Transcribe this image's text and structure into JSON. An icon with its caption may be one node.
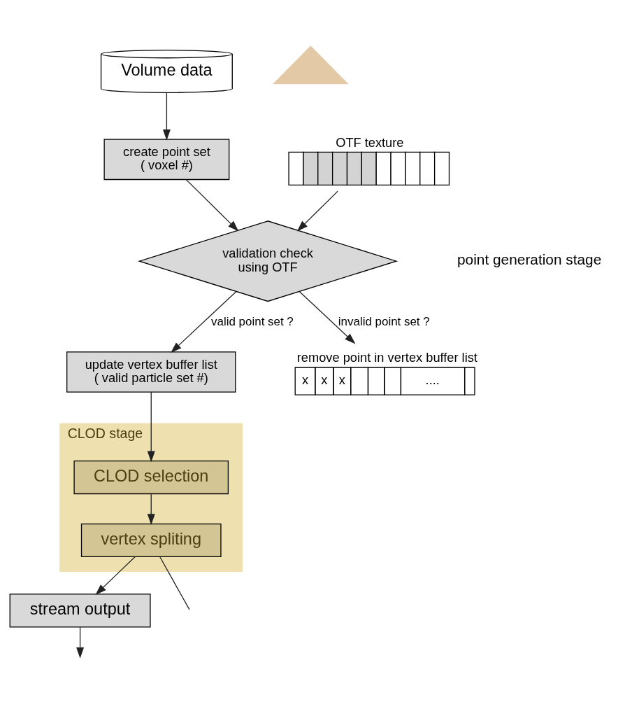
{
  "diagram": {
    "nodes": [
      {
        "text": [
          "Volume data"
        ]
      },
      {
        "text": [
          "OTF texture"
        ]
      },
      {
        "text": [
          "create point set",
          "( voxel #)"
        ]
      },
      {
        "text": [
          "validation check",
          "using OTF"
        ]
      },
      {
        "text": [
          "update vertex buffer list",
          "( valid particle set #)"
        ]
      },
      {
        "text": [
          "remove point in vertex buffer list",
          "x",
          "x",
          "x",
          "...."
        ]
      },
      {
        "text": [
          "CLOD stage"
        ]
      },
      {
        "text": [
          "CLOD selection"
        ],
        "in": 6
      },
      {
        "text": [
          "vertex spliting"
        ],
        "in": 6
      },
      {
        "text": [
          "stream output"
        ]
      },
      {
        "text": [],
        "shape": "callout"
      }
    ],
    "edges": [
      {
        "from": 0,
        "to": 2,
        "arrow": "to"
      },
      {
        "from": 1,
        "to": 3,
        "arrow": "to"
      },
      {
        "from": 2,
        "to": 3,
        "arrow": "to"
      },
      {
        "from": 3,
        "to": 4,
        "arrow": "to",
        "label": "valid point set ?"
      },
      {
        "from": 3,
        "to": 5,
        "arrow": "to",
        "label": "invalid point set ?"
      },
      {
        "from": 4,
        "to": 7,
        "arrow": "to"
      },
      {
        "from": 7,
        "to": 8,
        "arrow": "to"
      },
      {
        "from": 8,
        "to": 9,
        "arrow": "to"
      },
      {
        "from": 9,
        "to": null,
        "arrow": "to"
      },
      {
        "from": 8,
        "to": null,
        "arrow": "none"
      }
    ],
    "labels": [
      "point generation stage"
    ]
  }
}
